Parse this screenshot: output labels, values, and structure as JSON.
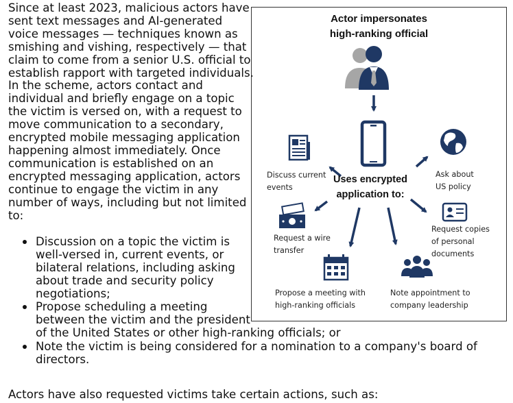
{
  "article": {
    "lines": [
      "Since at least 2023, malicious actors have",
      "sent text messages and AI-generated",
      "voice messages — techniques known as",
      "smishing and vishing, respectively — that",
      "claim to come from a senior U.S. official to",
      "establish rapport with targeted individuals.",
      "In the scheme, actors contact and",
      "individual and briefly engage on a topic",
      "the victim is versed on, with a request to",
      "move communication to a secondary,",
      "encrypted mobile messaging application",
      "happening almost immediately. Once",
      "communication is established on an",
      "encrypted messaging application, actors",
      "continue to engage the victim in any",
      "number of ways, including but not limited",
      "to:"
    ],
    "bullets": [
      [
        "Discussion on a topic the victim is",
        "well-versed in, current events, or",
        "bilateral relations, including asking",
        "about trade and security policy",
        "negotiations;"
      ],
      [
        "Propose scheduling a meeting",
        "between the victim and the president",
        "of the United States or other high-ranking officials; or"
      ],
      [
        "Note the victim is being considered for a nomination to a company's board of",
        "directors."
      ]
    ],
    "footer": "Actors have also requested victims take certain actions, such as:"
  },
  "figure": {
    "title": [
      "Actor impersonates",
      "high-ranking official"
    ],
    "center": [
      "Uses encrypted",
      "application to:"
    ],
    "captions": {
      "discuss": [
        "Discuss current",
        "events"
      ],
      "policy": [
        "Ask about",
        "US policy"
      ],
      "wire": [
        "Request a wire",
        "transfer"
      ],
      "copies": [
        "Request copies",
        "of personal",
        "documents"
      ],
      "meeting": [
        "Propose a meeting with",
        "high-ranking officials"
      ],
      "appointment": [
        "Note appointment to",
        "company leadership"
      ]
    },
    "colors": {
      "navy": "#1f3864",
      "gray": "#a6a6a6",
      "text": "#111111"
    },
    "icons": [
      "people-icon",
      "phone-icon",
      "newspaper-icon",
      "globe-icon",
      "money-icon",
      "id-card-icon",
      "calendar-icon",
      "group-icon"
    ]
  }
}
